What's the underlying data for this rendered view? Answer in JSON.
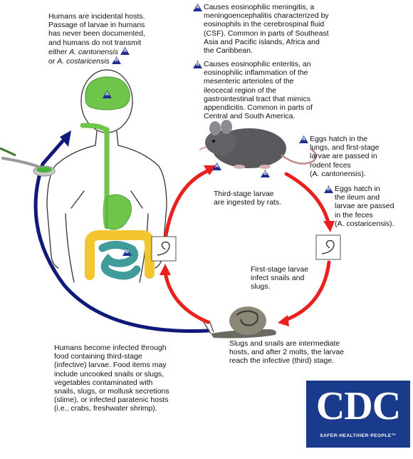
{
  "notes": {
    "humans_incidental": {
      "line1": "Humans are incidental hosts.",
      "line2": "Passage of larvae in humans",
      "line3": "has never been documented,",
      "line4": "and humans do not transmit",
      "line5_pre": "either ",
      "species_a": "A. cantonensis",
      "line6_pre": "or ",
      "species_b": "A. costaricensis"
    },
    "meningitis": {
      "marker": "A",
      "lines": [
        "Causes eosinophilic meningitis, a",
        "meningoencephalitis characterized by",
        "eosinophils in the cerebrospinal fluid",
        "(CSF).  Common in parts of Southeast",
        "Asia and Pacific islands, Africa and",
        "the Caribbean."
      ]
    },
    "enteritis": {
      "marker": "B",
      "lines": [
        "Causes eosinophilic enteritis, an",
        "eosinophilic inflammation of the",
        "mesenteric arterioles of the",
        "ileocecal region of the",
        "gastrointestinal tract that mimics",
        "appendicitis.  Common in parts of",
        "Central and South America."
      ]
    },
    "eggs_lungs": {
      "marker": "A",
      "lines": [
        "Eggs hatch in the",
        "lungs, and first-stage",
        "larvae are passed in",
        "rodent feces"
      ],
      "species": "(A. cantonensis)."
    },
    "eggs_ileum": {
      "marker": "B",
      "lines": [
        "Eggs hatch in",
        "the ileum and",
        "larvae are passed",
        "in the feces"
      ],
      "species": "(A. costaricensis)."
    },
    "third_stage_rats": {
      "lines": [
        "Third-stage larvae",
        "are ingested by rats."
      ]
    },
    "first_stage_snails": {
      "lines": [
        "First-stage larvae",
        "infect snails and",
        "slugs."
      ]
    },
    "intermediate_hosts": {
      "lines": [
        "Slugs and snails are intermediate",
        "hosts, and after 2 molts, the larvae",
        "reach the infective (third) stage."
      ]
    },
    "humans_infected": {
      "lines": [
        "Humans become infected through",
        "food containing third-stage",
        "(infective) larvae.  Food items may",
        "include uncooked snails or slugs,",
        "vegetables contaminated with",
        "snails, slugs, or mollusk secretions",
        "(slime), or infected paratenic hosts",
        "(i.e., crabs, freshwater shrimp)."
      ]
    }
  },
  "markers": {
    "brain": "A",
    "intestine": "B",
    "rat_a": "A",
    "rat_b": "B"
  },
  "logo": {
    "text": "CDC",
    "tagline": "SAFER·HEALTHIER·PEOPLE™"
  },
  "colors": {
    "cycle_arrow": "#e8201e",
    "human_arrow": "#101a7a",
    "organs_green": "#6fc54a",
    "colon_yellow": "#f2c531",
    "small_intestine_teal": "#3f9c9a",
    "marker_blue": "#1f2f8f",
    "logo_blue": "#1a3a8c"
  }
}
